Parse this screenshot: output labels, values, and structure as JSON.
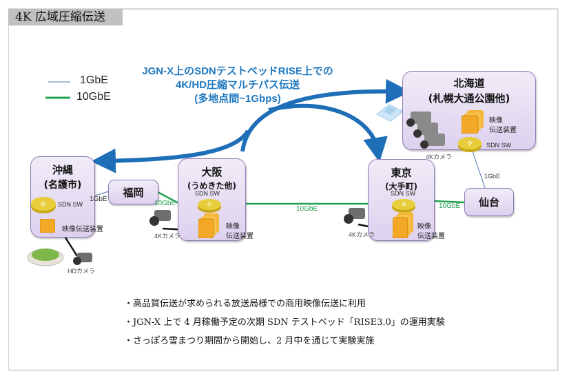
{
  "page": {
    "title": "4K 広域圧縮伝送"
  },
  "legend": {
    "items": [
      {
        "label": "1GbE",
        "color": "#6a8cc0"
      },
      {
        "label": "10GbE",
        "color": "#22a050"
      }
    ]
  },
  "headline": {
    "lines": [
      "JGN-X上のSDNテストベッドRISE上での",
      "4K/HD圧縮マルチパス伝送",
      "(多地点間~1Gbps)"
    ],
    "color": "#1f78c0"
  },
  "sites": {
    "hokkaido": {
      "name": "北海道",
      "sub": "(札幌大通公園他)",
      "device": "映像",
      "device2": "伝送装置",
      "switch": "SDN SW",
      "camera": "4Kカメラ"
    },
    "okinawa": {
      "name": "沖縄",
      "sub": "(名護市)",
      "switch": "SDN SW",
      "device": "映像伝送装置",
      "camera": "HDカメラ"
    },
    "fukuoka": {
      "name": "福岡"
    },
    "osaka": {
      "name": "大阪",
      "sub": "(うめきた他)",
      "switch": "SDN SW",
      "device": "映像",
      "device2": "伝送装置",
      "camera": "4Kカメラ"
    },
    "tokyo": {
      "name": "東京",
      "sub": "(大手町)",
      "switch": "SDN SW",
      "device": "映像",
      "device2": "伝送装置",
      "camera": "4Kカメラ"
    },
    "sendai": {
      "name": "仙台"
    }
  },
  "links": {
    "okinawa_fukuoka": "1GbE",
    "fukuoka_osaka": "10GbE",
    "osaka_tokyo": "10GbE",
    "tokyo_sendai": "10GbE",
    "hokkaido_sendai": "1GbE"
  },
  "notes": [
    "・高品質伝送が求められる放送局様での商用映像伝送に利用",
    "・JGN-X 上で 4 月稼働予定の次期 SDN テストベッド「RISE3.0」の運用実験",
    "・さっぽろ雪まつり期間から開始し、2 月中を通じて実験実施"
  ]
}
